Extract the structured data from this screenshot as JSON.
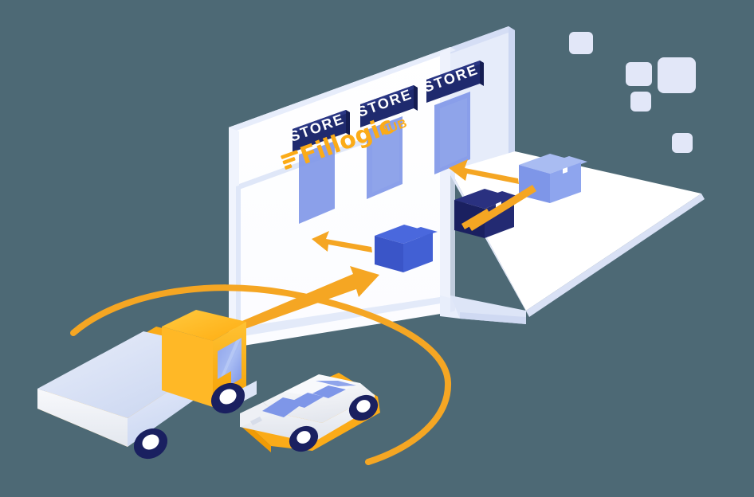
{
  "illustration": {
    "title": "Fillogic HUB micro-distribution center isometric illustration",
    "background_color": "#4d6975"
  },
  "brand": {
    "logo_text": "Fillogic",
    "logo_suffix": "HUB",
    "logo_color": "#fbab18",
    "logo_mark": "fillogic-f-mark"
  },
  "storefronts": [
    {
      "label": "STORE",
      "sign_color": "#1f2a6e",
      "text_color": "#ffffff",
      "window_color": "#7e96e8"
    },
    {
      "label": "STORE",
      "sign_color": "#1f2a6e",
      "text_color": "#ffffff",
      "window_color": "#7e96e8"
    },
    {
      "label": "STORE",
      "sign_color": "#1f2a6e",
      "text_color": "#ffffff",
      "window_color": "#7e96e8"
    }
  ],
  "packages": [
    {
      "name": "package-light-blue",
      "color": "#7e96e8",
      "top_color": "#a9bcf2",
      "side_color": "#6a83d8"
    },
    {
      "name": "package-navy",
      "color": "#1a2060",
      "top_color": "#2a3180",
      "side_color": "#141a4e"
    },
    {
      "name": "package-blue",
      "color": "#3a55c8",
      "top_color": "#4a68dd",
      "side_color": "#2f46a8"
    }
  ],
  "vehicles": [
    {
      "name": "delivery-truck",
      "cab_color": "#fbab18",
      "body_color": "#dde5f7",
      "wheel_color": "#1a2060"
    },
    {
      "name": "passenger-car",
      "body_color": "#f0f2f7",
      "window_color": "#7e96e8",
      "trim_color": "#fbab18",
      "wheel_color": "#1a2060"
    }
  ],
  "flow_arrows": [
    {
      "name": "arrow-truck-to-hub",
      "direction": "up-right",
      "color": "#f5a623"
    },
    {
      "name": "arrow-package-to-store-front",
      "direction": "left",
      "color": "#f5a623"
    },
    {
      "name": "arrow-navy-to-lightblue-package",
      "direction": "up-right",
      "color": "#f5a623"
    },
    {
      "name": "arrow-package-to-store-upper",
      "direction": "left",
      "color": "#f5a623"
    },
    {
      "name": "route-curve",
      "direction": "curve",
      "color": "#f5a623"
    }
  ],
  "floating_tiles": [
    {
      "name": "floating-tile-1",
      "color": "#e2e7f8"
    },
    {
      "name": "floating-tile-2",
      "color": "#e2e7f8"
    },
    {
      "name": "floating-tile-3",
      "color": "#e2e7f8"
    },
    {
      "name": "floating-tile-4",
      "color": "#e2e7f8"
    },
    {
      "name": "floating-tile-5",
      "color": "#e2e7f8"
    }
  ],
  "palette": {
    "background": "#4d6975",
    "orange": "#f5a623",
    "orange_light": "#fbab18",
    "navy": "#1a2060",
    "blue": "#3a55c8",
    "periwinkle": "#7e96e8",
    "white": "#ffffff",
    "off_white": "#f4f6fc",
    "pale_blue": "#dde5f7",
    "light_lavender": "#e2e7f8"
  }
}
